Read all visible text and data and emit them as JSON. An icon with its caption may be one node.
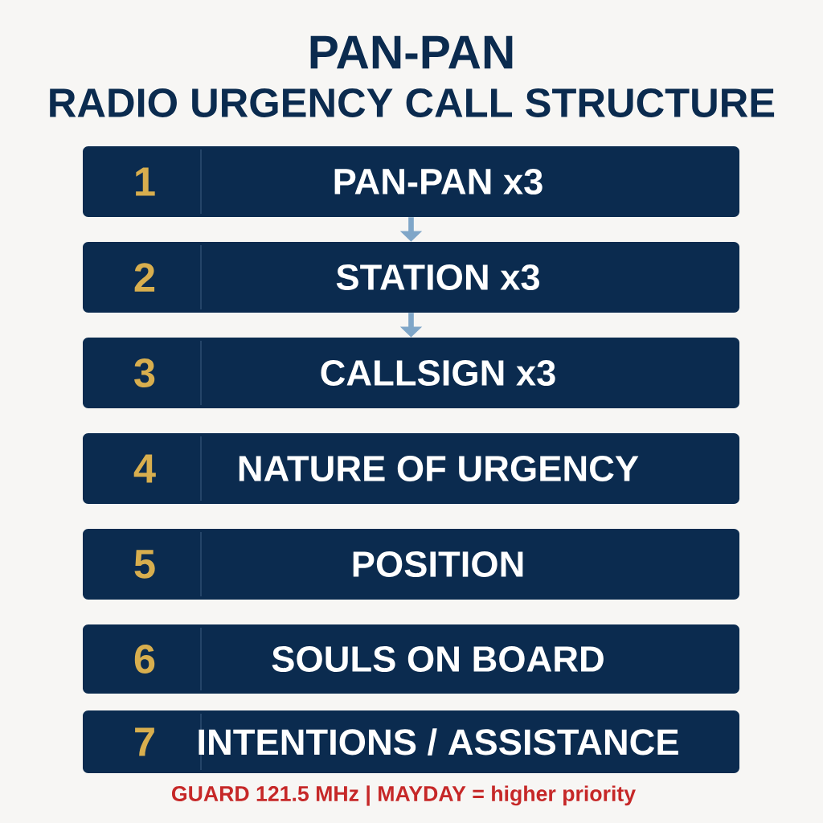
{
  "diagram": {
    "title": "PAN-PAN",
    "caption": "GUARD 121.5 MHz | MAYDAY = higher priority",
    "labels": [
      "RADIO URGENCY CALL STRUCTURE"
    ],
    "nodes": [
      {
        "text": [
          "1",
          "PAN-PAN x3"
        ]
      },
      {
        "text": [
          "2",
          "STATION x3"
        ]
      },
      {
        "text": [
          "3",
          "CALLSIGN x3"
        ]
      },
      {
        "text": [
          "4",
          "NATURE OF URGENCY"
        ]
      },
      {
        "text": [
          "5",
          "POSITION"
        ]
      },
      {
        "text": [
          "6",
          "SOULS ON BOARD"
        ]
      },
      {
        "text": [
          "7",
          "INTENTIONS / ASSISTANCE"
        ]
      }
    ],
    "edges": [
      {
        "from": 0,
        "to": 1,
        "arrow": "to"
      },
      {
        "from": 1,
        "to": 2,
        "arrow": "to"
      }
    ]
  }
}
